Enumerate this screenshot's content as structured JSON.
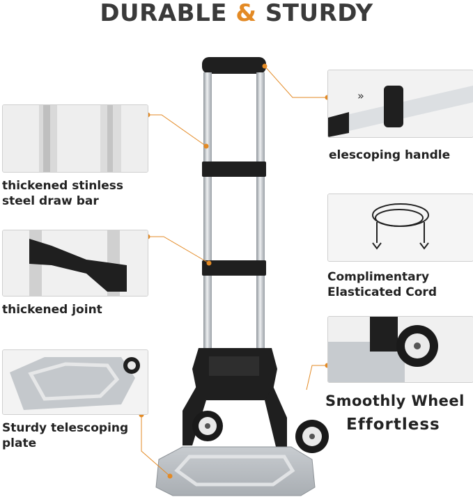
{
  "title": {
    "part1": "DURABLE",
    "amp": "&",
    "part2": "STURDY"
  },
  "colors": {
    "accent": "#e38a25",
    "title": "#3a3a3a",
    "frame": "#1f1f1f",
    "metal": "#b9bec4"
  },
  "callouts": {
    "draw_bar": {
      "line1": "thickened stinless",
      "line2": "steel draw bar"
    },
    "joint": {
      "line1": "thickened  joint"
    },
    "plate": {
      "line1": "Sturdy telescoping",
      "line2": "plate"
    },
    "handle": {
      "line1": "elescoping handle"
    },
    "cord": {
      "line1": "Complimentary",
      "line2": "Elasticated Cord"
    },
    "wheel": {
      "line1": "Smoothly Wheel",
      "line2": "Effortless"
    }
  }
}
